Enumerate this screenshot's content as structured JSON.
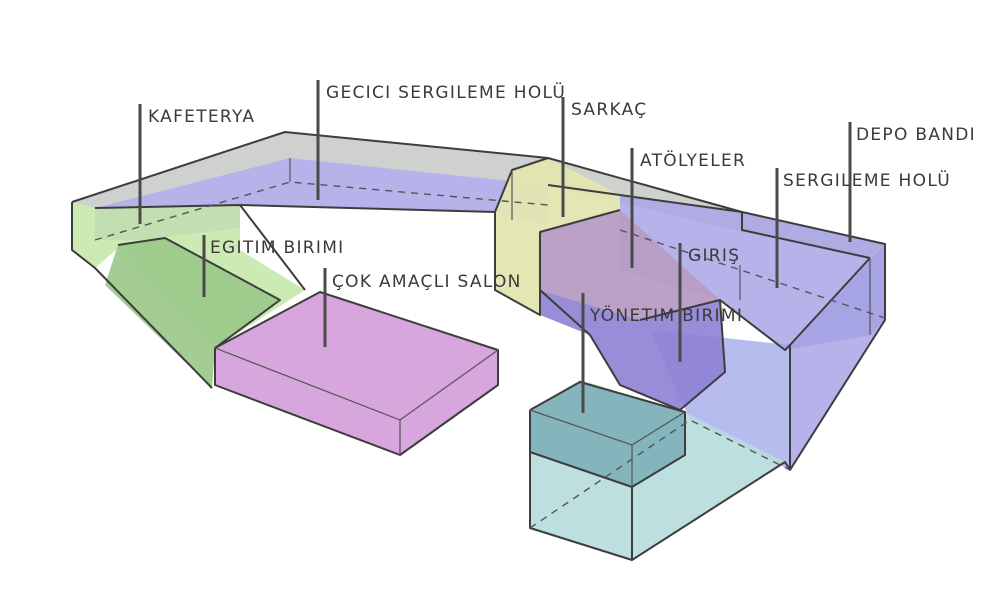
{
  "labels": {
    "kafeterya": "KAFETERYA",
    "gecici_sergileme_holu": "GECICI SERGILEME HOLÜ",
    "sarkac": "SARKAÇ",
    "depo_bandi": "DEPO BANDI",
    "atolyeler": "ATÖLYELER",
    "sergileme_holu": "SERGILEME HOLÜ",
    "egitim_birimi": "EGITIM  BIRIMI",
    "giris": "GIRIŞ",
    "cok_amacli_salon": "ÇOK AMAÇLI SALON",
    "yonetim_birimi": "YÖNETIM BIRIMI"
  },
  "colors": {
    "exhibition_purple": "#a9a4e6",
    "cafe_green": "#c3e6a6",
    "education_green": "#9bc98a",
    "multipurpose_pink": "#d7a6dc",
    "pendulum_yellow": "#e3e6b0",
    "workshop_mauve": "#b89cc4",
    "entrance_teal": "#b6dcdc",
    "management_teal": "#84b4bc",
    "top_gray": "#c5c9c5"
  }
}
